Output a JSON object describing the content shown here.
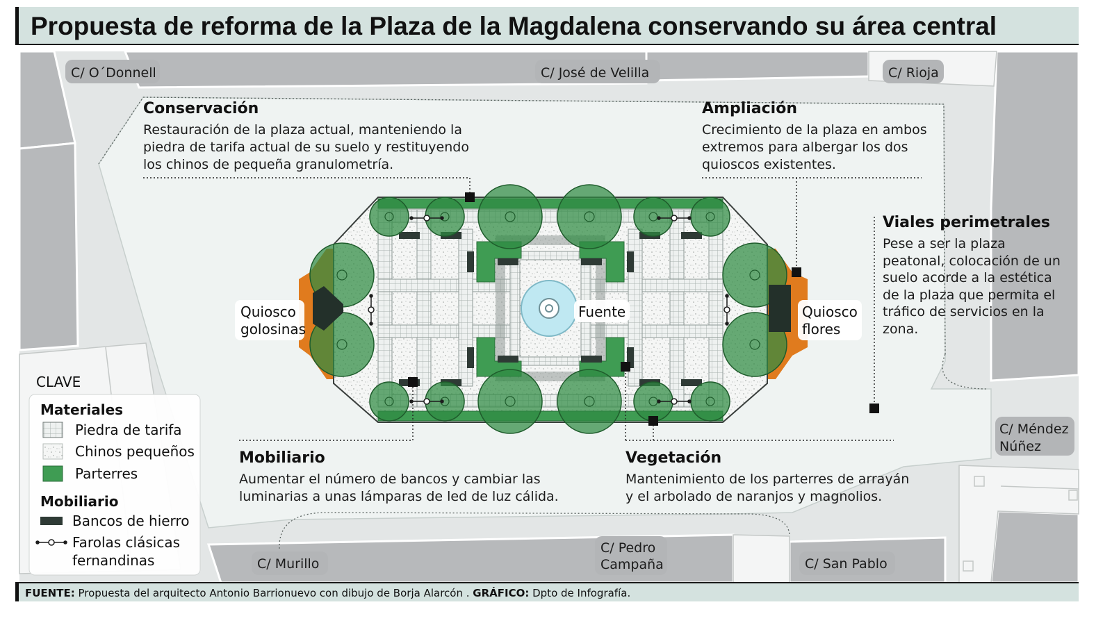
{
  "title": "Propuesta de reforma de la Plaza de la Magdalena conservando su área central",
  "streets": {
    "odonnell": "C/ O´Donnell",
    "jose_velilla": "C/ José de Velilla",
    "rioja": "C/ Rioja",
    "mendez_1": "C/ Méndez",
    "mendez_2": "Núñez",
    "murillo": "C/ Murillo",
    "pedro_1": "C/ Pedro",
    "pedro_2": "Campaña",
    "san_pablo": "C/ San Pablo"
  },
  "annotations": {
    "conservacion": {
      "heading": "Conservación",
      "lines": [
        "Restauración de la plaza actual, manteniendo la",
        "piedra de tarifa actual de su suelo y restituyendo",
        "los chinos de pequeña granulometría."
      ]
    },
    "ampliacion": {
      "heading": "Ampliación",
      "lines": [
        "Crecimiento de la plaza en ambos",
        "extremos para albergar los dos",
        "quioscos existentes."
      ]
    },
    "viales": {
      "heading": "Viales perimetrales",
      "lines": [
        "Pese a ser la plaza",
        "peatonal, colocación de un",
        "suelo acorde a la estética",
        "de la plaza que permita el",
        "tráfico de servicios en la",
        "zona."
      ]
    },
    "mobiliario": {
      "heading": "Mobiliario",
      "lines": [
        "Aumentar el número de bancos y cambiar las",
        "luminarias a unas lámparas de led de luz cálida."
      ]
    },
    "vegetacion": {
      "heading": "Vegetación",
      "lines": [
        "Mantenimiento de los parterres de arrayán",
        "y el arbolado de naranjos y magnolios."
      ]
    }
  },
  "labels": {
    "quiosco_golosinas_1": "Quiosco",
    "quiosco_golosinas_2": "golosinas",
    "quiosco_flores_1": "Quiosco",
    "quiosco_flores_2": "flores",
    "fuente": "Fuente"
  },
  "legend": {
    "clave": "CLAVE",
    "materiales_heading": "Materiales",
    "piedra": "Piedra de tarifa",
    "chinos": "Chinos pequeños",
    "parterres": "Parterres",
    "mobiliario_heading": "Mobiliario",
    "bancos": "Bancos de hierro",
    "farolas_1": "Farolas clásicas",
    "farolas_2": "fernandinas"
  },
  "footer": {
    "fuente_label": "FUENTE:",
    "fuente_text": " Propuesta del arquitecto Antonio Barrionuevo con dibujo de Borja Alarcón . ",
    "grafico_label": "GRÁFICO:",
    "grafico_text": " Dpto de Infografía."
  },
  "colors": {
    "title_band": "#d4e2df",
    "ground": "#e3e6e6",
    "plaza_fill": "#eff3f2",
    "building": "#b7b9bb",
    "garden": "#3f9c53",
    "tree": "#2f8a43",
    "kiosk": "#e07b1e",
    "fountain": "#bfe8f2",
    "bench": "#2e3a35"
  }
}
